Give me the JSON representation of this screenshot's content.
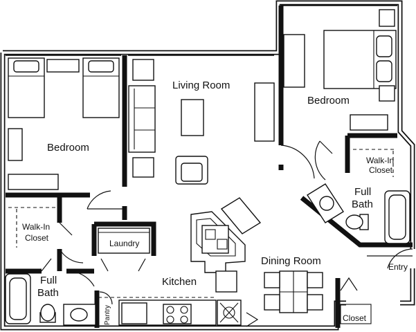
{
  "rooms": {
    "living_room": "Living Room",
    "bedroom_left": "Bedroom",
    "bedroom_right": "Bedroom",
    "walk_in_closet_left": [
      "Walk-In",
      "Closet"
    ],
    "walk_in_closet_right": [
      "Walk-In",
      "Closet"
    ],
    "full_bath_left": [
      "Full",
      "Bath"
    ],
    "full_bath_right": [
      "Full",
      "Bath"
    ],
    "laundry": "Laundry",
    "kitchen": "Kitchen",
    "pantry": "Pantry",
    "dining_room": "Dining Room",
    "entry": "Entry",
    "closet": "Closet"
  }
}
